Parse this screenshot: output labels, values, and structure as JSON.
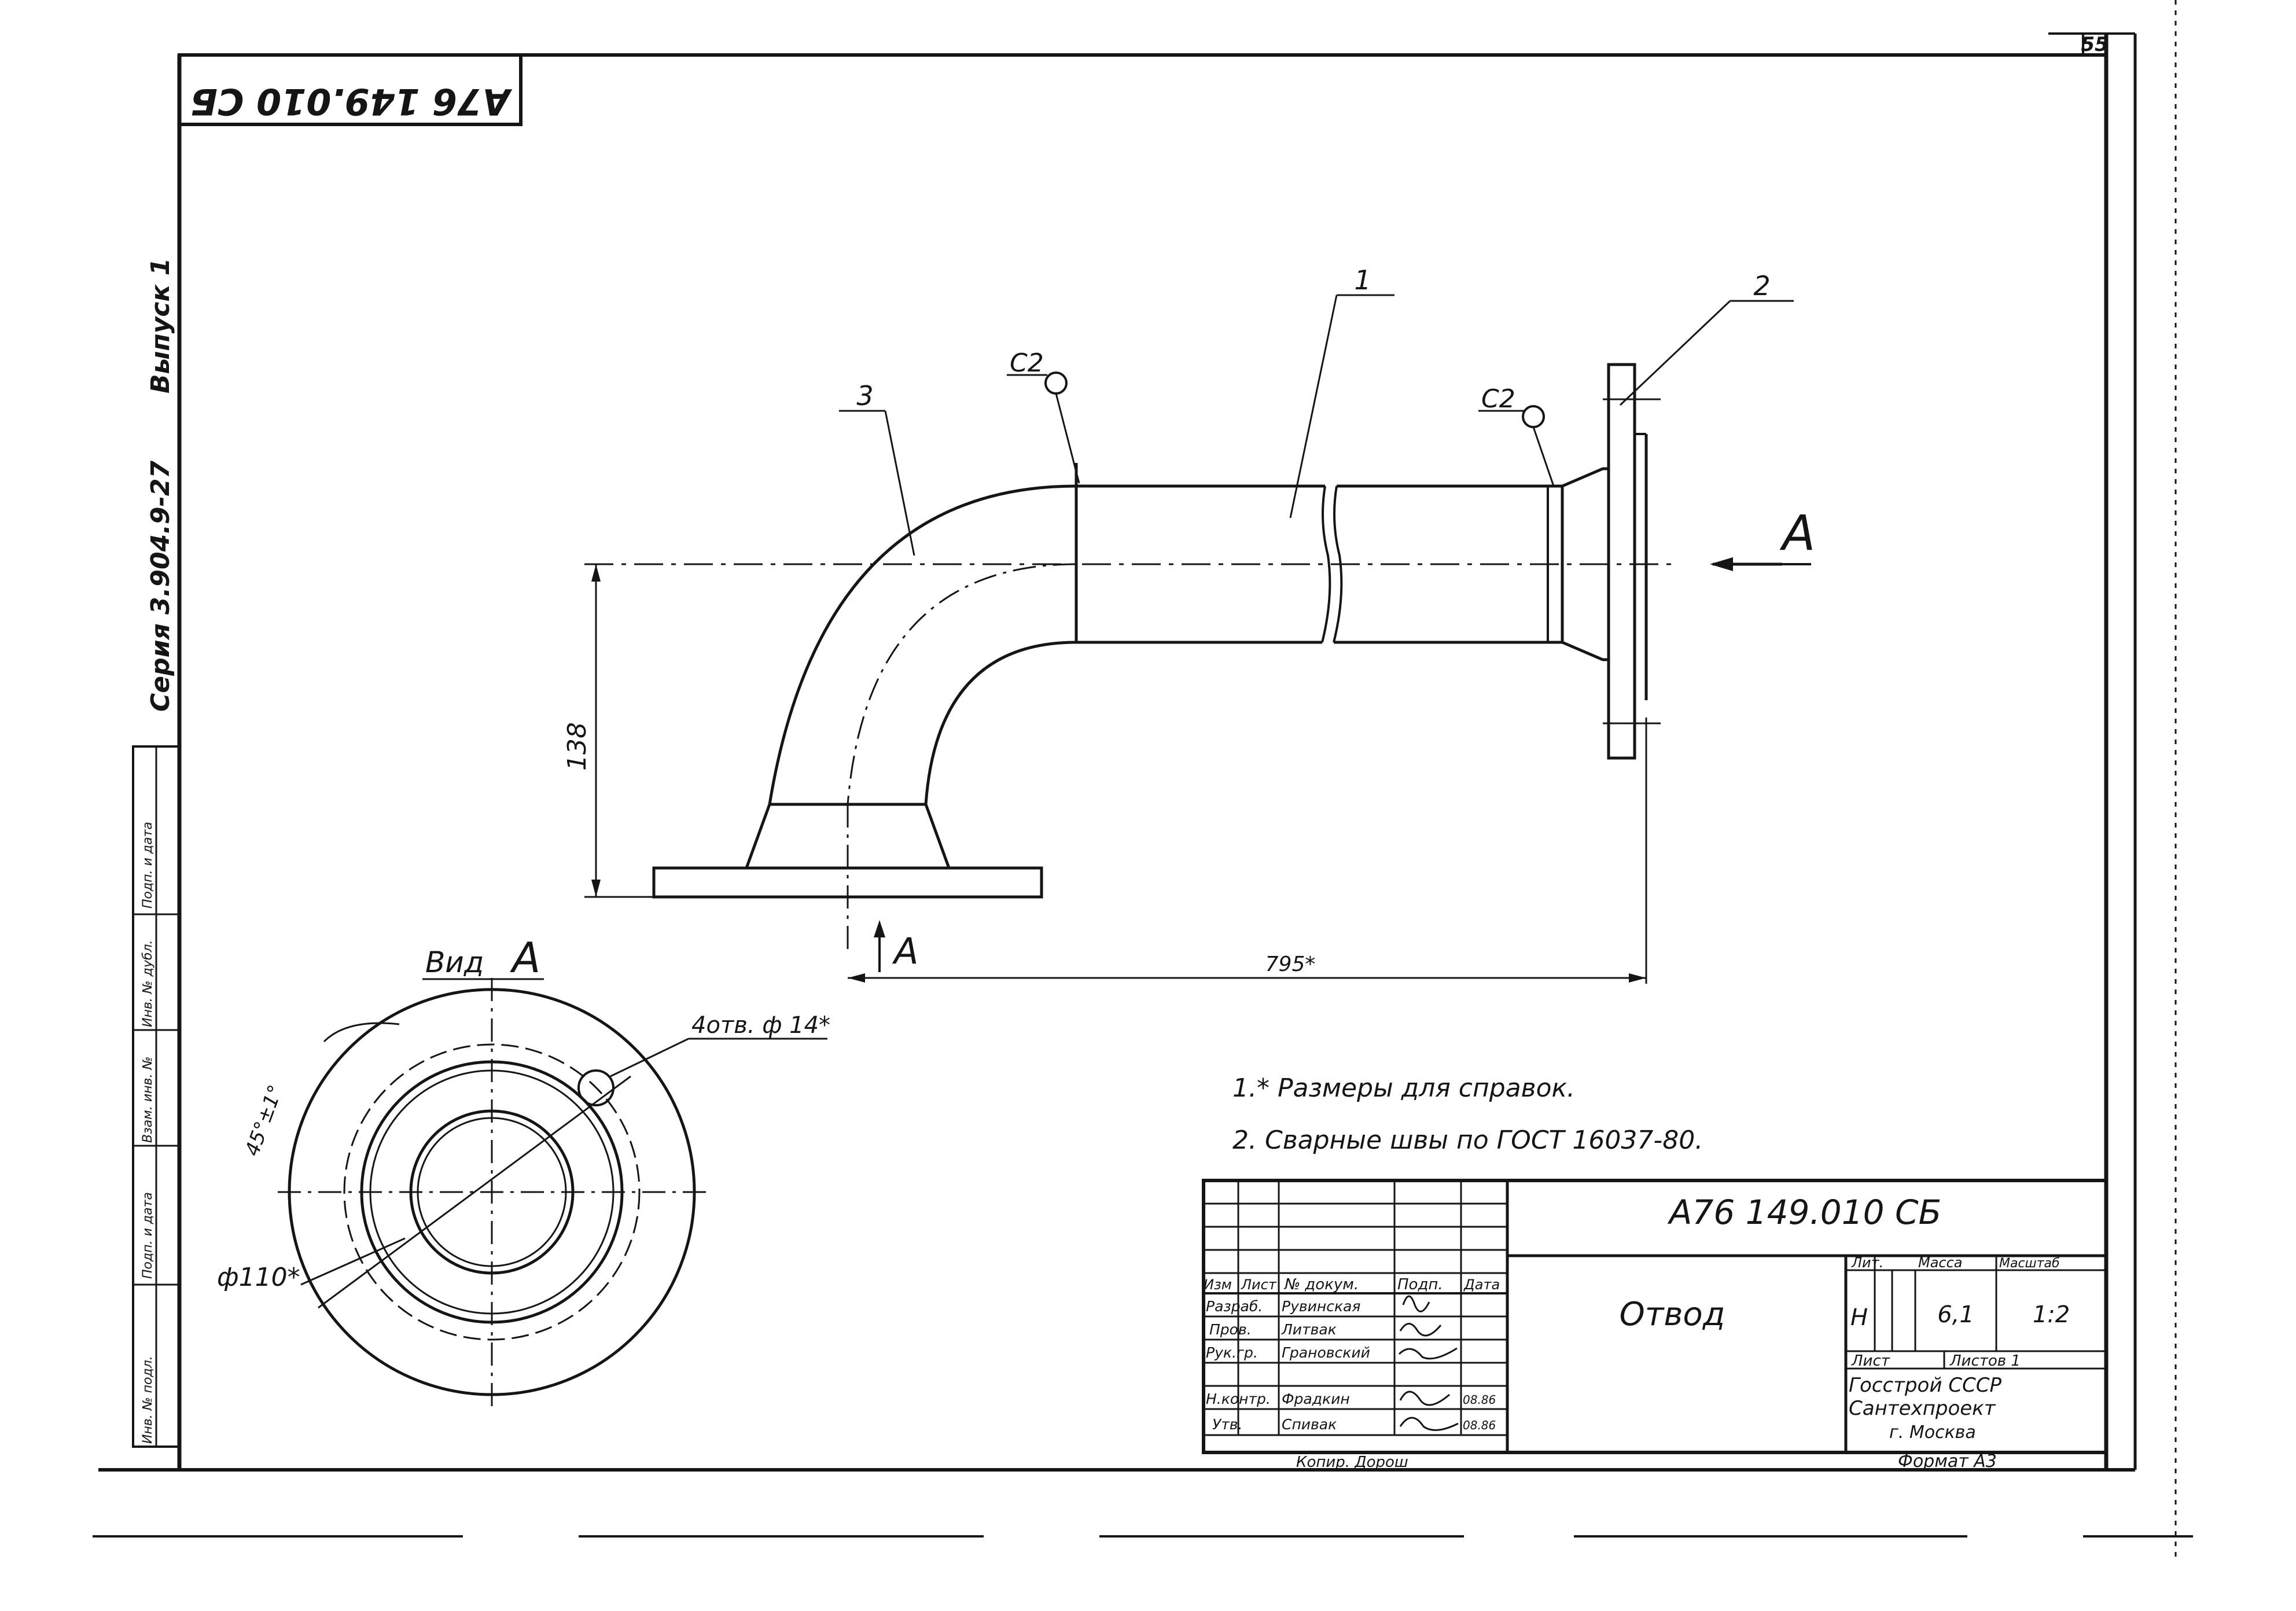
{
  "sheet_number": "55",
  "stamp_code": "А76 149.010 СБ",
  "side_series": "Серия 3.904.9-27",
  "side_issue": "Выпуск 1",
  "side_columns": [
    "Инв. № подл.",
    "Подп. и дата",
    "Взам. инв. №",
    "Инв. № дубл.",
    "Подп. и дата"
  ],
  "labels": {
    "pos1": "1",
    "pos2": "2",
    "pos3": "3",
    "weld1": "С2",
    "weld2": "С2",
    "arrow_a": "А",
    "section_a": "А",
    "dim_138": "138",
    "dim_795": "795*"
  },
  "view_a": {
    "title_prefix": "Вид",
    "title_letter": "А",
    "holes": "4отв. ф 14*",
    "angle": "45°±1°",
    "diameter": "ф110*"
  },
  "notes": [
    "1.* Размеры для справок.",
    "2. Сварные швы по ГОСТ 16037-80."
  ],
  "title_block": {
    "designation": "А76 149.010 СБ",
    "name": "Отвод",
    "header_cols": [
      "Изм",
      "Лист",
      "№ докум.",
      "Подп.",
      "Дата"
    ],
    "rows": [
      {
        "role": "Разраб.",
        "name": "Рувинская"
      },
      {
        "role": "Пров.",
        "name": "Литвак"
      },
      {
        "role": "Рук.гр.",
        "name": "Грановский"
      },
      {
        "role": "",
        "name": ""
      },
      {
        "role": "Н.контр.",
        "name": "Фрадкин",
        "date": "08.86"
      },
      {
        "role": "Утв.",
        "name": "Спивак",
        "date": "08.86"
      }
    ],
    "lit_label": "Лит.",
    "mass_label": "Масса",
    "scale_label": "Масштаб",
    "lit_value": "Н",
    "mass_value": "6,1",
    "scale_value": "1:2",
    "sheet_label": "Лист",
    "sheets_label": "Листов 1",
    "org_line1": "Госстрой СССР",
    "org_line2": "Сантехпроект",
    "org_line3": "г. Москва",
    "format": "Формат А3",
    "copied": "Копир. Дорош"
  }
}
